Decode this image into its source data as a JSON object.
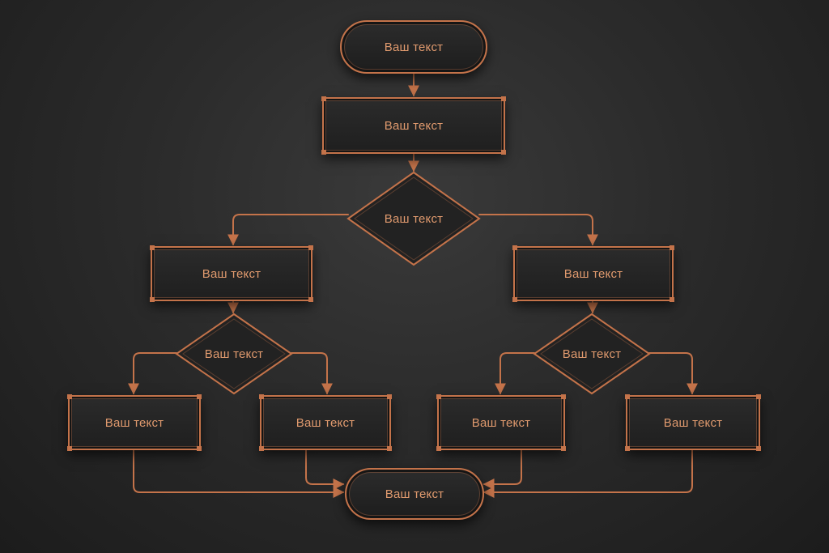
{
  "theme": {
    "accent": "#c4734a",
    "text": "#e09a6e",
    "node_fill": "#232323"
  },
  "nodes": [
    {
      "id": "start",
      "shape": "terminal",
      "label": "Ваш текст"
    },
    {
      "id": "process-1",
      "shape": "process",
      "label": "Ваш текст"
    },
    {
      "id": "decision-1",
      "shape": "decision",
      "label": "Ваш текст"
    },
    {
      "id": "process-left",
      "shape": "process",
      "label": "Ваш текст"
    },
    {
      "id": "process-right",
      "shape": "process",
      "label": "Ваш текст"
    },
    {
      "id": "decision-left",
      "shape": "decision",
      "label": "Ваш текст"
    },
    {
      "id": "decision-right",
      "shape": "decision",
      "label": "Ваш текст"
    },
    {
      "id": "leaf-1",
      "shape": "process",
      "label": "Ваш текст"
    },
    {
      "id": "leaf-2",
      "shape": "process",
      "label": "Ваш текст"
    },
    {
      "id": "leaf-3",
      "shape": "process",
      "label": "Ваш текст"
    },
    {
      "id": "leaf-4",
      "shape": "process",
      "label": "Ваш текст"
    },
    {
      "id": "end",
      "shape": "terminal",
      "label": "Ваш текст"
    }
  ],
  "edges": [
    {
      "from": "start",
      "to": "process-1"
    },
    {
      "from": "process-1",
      "to": "decision-1"
    },
    {
      "from": "decision-1",
      "to": "process-left"
    },
    {
      "from": "decision-1",
      "to": "process-right"
    },
    {
      "from": "process-left",
      "to": "decision-left"
    },
    {
      "from": "process-right",
      "to": "decision-right"
    },
    {
      "from": "decision-left",
      "to": "leaf-1"
    },
    {
      "from": "decision-left",
      "to": "leaf-2"
    },
    {
      "from": "decision-right",
      "to": "leaf-3"
    },
    {
      "from": "decision-right",
      "to": "leaf-4"
    },
    {
      "from": "leaf-1",
      "to": "end"
    },
    {
      "from": "leaf-2",
      "to": "end"
    },
    {
      "from": "leaf-3",
      "to": "end"
    },
    {
      "from": "leaf-4",
      "to": "end"
    }
  ]
}
